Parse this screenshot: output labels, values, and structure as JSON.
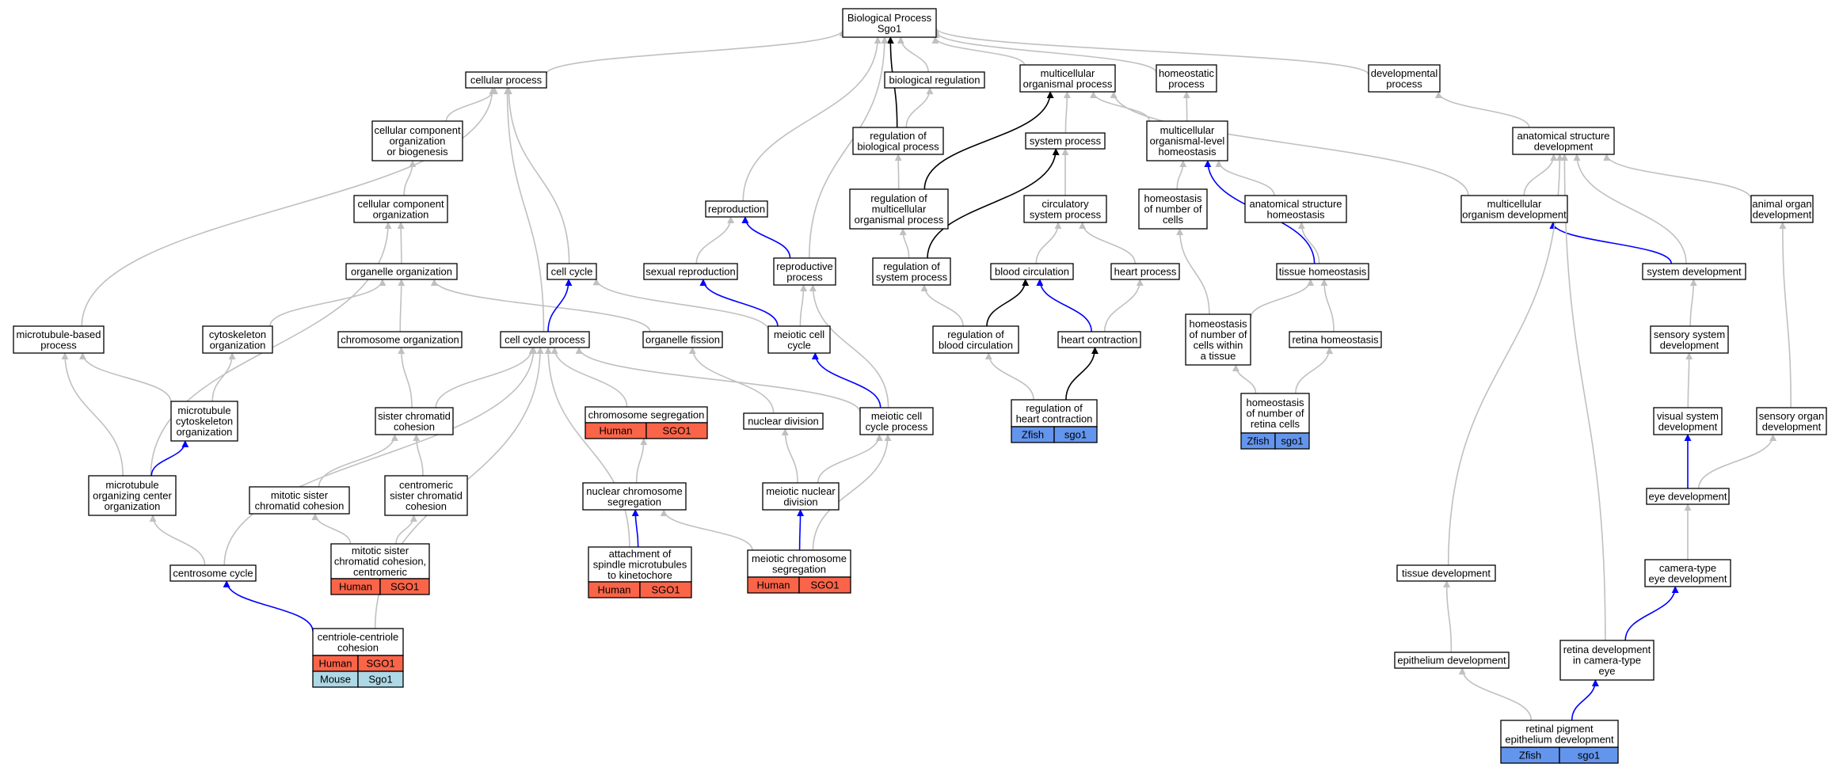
{
  "title_root": [
    "Biological Process",
    "Sgo1"
  ],
  "colors": {
    "gray": "#c0c0c0",
    "black": "#000000",
    "blue": "#0000ff",
    "human": "#fa6449",
    "zfish": "#6495ed",
    "mouse": "#add8e6"
  },
  "nodes": [
    {
      "id": "bp",
      "lines": [
        "Biological Process",
        "Sgo1"
      ]
    },
    {
      "id": "cellular_process",
      "lines": [
        "cellular process"
      ]
    },
    {
      "id": "biological_regulation",
      "lines": [
        "biological regulation"
      ]
    },
    {
      "id": "multicellular_organismal_process",
      "lines": [
        "multicellular",
        "organismal process"
      ]
    },
    {
      "id": "homeostatic_process",
      "lines": [
        "homeostatic",
        "process"
      ]
    },
    {
      "id": "developmental_process",
      "lines": [
        "developmental",
        "process"
      ]
    },
    {
      "id": "ccob",
      "lines": [
        "cellular component",
        "organization",
        "or biogenesis"
      ]
    },
    {
      "id": "reg_bio_proc",
      "lines": [
        "regulation of",
        "biological process"
      ]
    },
    {
      "id": "system_process",
      "lines": [
        "system process"
      ]
    },
    {
      "id": "mc_level_homeostasis",
      "lines": [
        "multicellular",
        "organismal-level",
        "homeostasis"
      ]
    },
    {
      "id": "anat_struct_dev",
      "lines": [
        "anatomical structure",
        "development"
      ]
    },
    {
      "id": "cc_org",
      "lines": [
        "cellular component",
        "organization"
      ]
    },
    {
      "id": "reproduction",
      "lines": [
        "reproduction"
      ]
    },
    {
      "id": "reg_mc_proc",
      "lines": [
        "regulation of",
        "multicellular",
        "organismal process"
      ]
    },
    {
      "id": "circ_sys_proc",
      "lines": [
        "circulatory",
        "system process"
      ]
    },
    {
      "id": "homeo_num_cells",
      "lines": [
        "homeostasis",
        "of number of",
        "cells"
      ]
    },
    {
      "id": "anat_struct_homeo",
      "lines": [
        "anatomical structure",
        "homeostasis"
      ]
    },
    {
      "id": "mc_org_dev",
      "lines": [
        "multicellular",
        "organism development"
      ]
    },
    {
      "id": "animal_organ_dev",
      "lines": [
        "animal organ",
        "development"
      ]
    },
    {
      "id": "organelle_org",
      "lines": [
        "organelle organization"
      ]
    },
    {
      "id": "cell_cycle",
      "lines": [
        "cell cycle"
      ]
    },
    {
      "id": "sexual_repro",
      "lines": [
        "sexual reproduction"
      ]
    },
    {
      "id": "repro_proc",
      "lines": [
        "reproductive",
        "process"
      ]
    },
    {
      "id": "reg_sys_proc",
      "lines": [
        "regulation of",
        "system process"
      ]
    },
    {
      "id": "blood_circ",
      "lines": [
        "blood circulation"
      ]
    },
    {
      "id": "heart_proc",
      "lines": [
        "heart process"
      ]
    },
    {
      "id": "tissue_homeo",
      "lines": [
        "tissue homeostasis"
      ]
    },
    {
      "id": "system_dev",
      "lines": [
        "system development"
      ]
    },
    {
      "id": "mt_based_proc",
      "lines": [
        "microtubule-based",
        "process"
      ]
    },
    {
      "id": "cytoskel_org",
      "lines": [
        "cytoskeleton",
        "organization"
      ]
    },
    {
      "id": "chrom_org",
      "lines": [
        "chromosome organization"
      ]
    },
    {
      "id": "cell_cycle_proc",
      "lines": [
        "cell cycle process"
      ]
    },
    {
      "id": "organelle_fission",
      "lines": [
        "organelle fission"
      ]
    },
    {
      "id": "meiotic_cell_cycle",
      "lines": [
        "meiotic cell",
        "cycle"
      ]
    },
    {
      "id": "reg_blood_circ",
      "lines": [
        "regulation of",
        "blood circulation"
      ]
    },
    {
      "id": "heart_contraction",
      "lines": [
        "heart contraction"
      ]
    },
    {
      "id": "homeo_cells_tissue",
      "lines": [
        "homeostasis",
        "of number of",
        "cells within",
        "a tissue"
      ]
    },
    {
      "id": "retina_homeo",
      "lines": [
        "retina homeostasis"
      ]
    },
    {
      "id": "sensory_sys_dev",
      "lines": [
        "sensory system",
        "development"
      ]
    },
    {
      "id": "mt_cytoskel_org",
      "lines": [
        "microtubule",
        "cytoskeleton",
        "organization"
      ]
    },
    {
      "id": "sister_chrom_coh",
      "lines": [
        "sister chromatid",
        "cohesion"
      ]
    },
    {
      "id": "chrom_seg",
      "lines": [
        "chromosome segregation"
      ],
      "badges": [
        [
          "Human",
          "SGO1"
        ]
      ]
    },
    {
      "id": "nuclear_div",
      "lines": [
        "nuclear division"
      ]
    },
    {
      "id": "meiotic_cc_proc",
      "lines": [
        "meiotic cell",
        "cycle process"
      ]
    },
    {
      "id": "reg_heart_contr",
      "lines": [
        "regulation of",
        "heart contraction"
      ],
      "badges": [
        [
          "Zfish",
          "sgo1"
        ]
      ]
    },
    {
      "id": "homeo_retina_cells",
      "lines": [
        "homeostasis",
        "of number of",
        "retina cells"
      ],
      "badges": [
        [
          "Zfish",
          "sgo1"
        ]
      ]
    },
    {
      "id": "visual_sys_dev",
      "lines": [
        "visual system",
        "development"
      ]
    },
    {
      "id": "sensory_organ_dev",
      "lines": [
        "sensory organ",
        "development"
      ]
    },
    {
      "id": "mtoc_org",
      "lines": [
        "microtubule",
        "organizing center",
        "organization"
      ]
    },
    {
      "id": "mitotic_sister_coh",
      "lines": [
        "mitotic sister",
        "chromatid cohesion"
      ]
    },
    {
      "id": "centromeric_coh",
      "lines": [
        "centromeric",
        "sister chromatid",
        "cohesion"
      ]
    },
    {
      "id": "nuclear_chrom_seg",
      "lines": [
        "nuclear chromosome",
        "segregation"
      ]
    },
    {
      "id": "meiotic_nuc_div",
      "lines": [
        "meiotic nuclear",
        "division"
      ]
    },
    {
      "id": "eye_dev",
      "lines": [
        "eye development"
      ]
    },
    {
      "id": "mitotic_centromeric",
      "lines": [
        "mitotic sister",
        "chromatid cohesion,",
        "centromeric"
      ],
      "badges": [
        [
          "Human",
          "SGO1"
        ]
      ]
    },
    {
      "id": "attach_spindle",
      "lines": [
        "attachment of",
        "spindle microtubules",
        "to kinetochore"
      ],
      "badges": [
        [
          "Human",
          "SGO1"
        ]
      ]
    },
    {
      "id": "meiotic_chrom_seg",
      "lines": [
        "meiotic chromosome",
        "segregation"
      ],
      "badges": [
        [
          "Human",
          "SGO1"
        ]
      ]
    },
    {
      "id": "centrosome_cycle",
      "lines": [
        "centrosome cycle"
      ]
    },
    {
      "id": "tissue_dev",
      "lines": [
        "tissue development"
      ]
    },
    {
      "id": "camera_eye_dev",
      "lines": [
        "camera-type",
        "eye development"
      ]
    },
    {
      "id": "centriole_coh",
      "lines": [
        "centriole-centriole",
        "cohesion"
      ],
      "badges": [
        [
          "Human",
          "SGO1"
        ],
        [
          "Mouse",
          "Sgo1"
        ]
      ]
    },
    {
      "id": "epith_dev",
      "lines": [
        "epithelium development"
      ]
    },
    {
      "id": "retina_dev",
      "lines": [
        "retina development",
        "in camera-type",
        "eye"
      ]
    },
    {
      "id": "rpe_dev",
      "lines": [
        "retinal pigment",
        "epithelium development"
      ],
      "badges": [
        [
          "Zfish",
          "sgo1"
        ]
      ]
    }
  ],
  "edges": [
    [
      "cellular_process",
      "bp",
      "gray"
    ],
    [
      "biological_regulation",
      "bp",
      "gray"
    ],
    [
      "multicellular_organismal_process",
      "bp",
      "gray"
    ],
    [
      "homeostatic_process",
      "bp",
      "gray"
    ],
    [
      "developmental_process",
      "bp",
      "gray"
    ],
    [
      "reg_bio_proc",
      "bp",
      "black"
    ],
    [
      "reg_bio_proc",
      "biological_regulation",
      "gray"
    ],
    [
      "reproduction",
      "bp",
      "gray"
    ],
    [
      "repro_proc",
      "bp",
      "gray"
    ],
    [
      "ccob",
      "cellular_process",
      "gray"
    ],
    [
      "cc_org",
      "ccob",
      "gray"
    ],
    [
      "organelle_org",
      "cc_org",
      "gray"
    ],
    [
      "cell_cycle",
      "cellular_process",
      "gray"
    ],
    [
      "cell_cycle_proc",
      "cellular_process",
      "gray"
    ],
    [
      "mt_based_proc",
      "cellular_process",
      "gray"
    ],
    [
      "mtoc_org",
      "cc_org",
      "gray"
    ],
    [
      "reg_mc_proc",
      "reg_bio_proc",
      "gray"
    ],
    [
      "reg_mc_proc",
      "multicellular_organismal_process",
      "black"
    ],
    [
      "system_process",
      "multicellular_organismal_process",
      "gray"
    ],
    [
      "mc_level_homeostasis",
      "multicellular_organismal_process",
      "gray"
    ],
    [
      "mc_level_homeostasis",
      "homeostatic_process",
      "gray"
    ],
    [
      "mc_org_dev",
      "multicellular_organismal_process",
      "gray"
    ],
    [
      "anat_struct_dev",
      "developmental_process",
      "gray"
    ],
    [
      "reg_sys_proc",
      "reg_mc_proc",
      "gray"
    ],
    [
      "reg_sys_proc",
      "system_process",
      "black"
    ],
    [
      "circ_sys_proc",
      "system_process",
      "gray"
    ],
    [
      "homeo_num_cells",
      "mc_level_homeostasis",
      "gray"
    ],
    [
      "anat_struct_homeo",
      "mc_level_homeostasis",
      "gray"
    ],
    [
      "tissue_homeo",
      "anat_struct_homeo",
      "gray"
    ],
    [
      "tissue_homeo",
      "mc_level_homeostasis",
      "blue"
    ],
    [
      "mc_org_dev",
      "anat_struct_dev",
      "gray"
    ],
    [
      "animal_organ_dev",
      "anat_struct_dev",
      "gray"
    ],
    [
      "system_dev",
      "anat_struct_dev",
      "gray"
    ],
    [
      "system_dev",
      "mc_org_dev",
      "blue"
    ],
    [
      "sexual_repro",
      "reproduction",
      "gray"
    ],
    [
      "repro_proc",
      "reproduction",
      "blue"
    ],
    [
      "blood_circ",
      "circ_sys_proc",
      "gray"
    ],
    [
      "heart_proc",
      "circ_sys_proc",
      "gray"
    ],
    [
      "reg_blood_circ",
      "reg_sys_proc",
      "gray"
    ],
    [
      "reg_blood_circ",
      "blood_circ",
      "black"
    ],
    [
      "heart_contraction",
      "blood_circ",
      "blue"
    ],
    [
      "heart_contraction",
      "heart_proc",
      "gray"
    ],
    [
      "reg_heart_contr",
      "reg_blood_circ",
      "gray"
    ],
    [
      "reg_heart_contr",
      "heart_contraction",
      "black"
    ],
    [
      "homeo_cells_tissue",
      "homeo_num_cells",
      "gray"
    ],
    [
      "homeo_cells_tissue",
      "tissue_homeo",
      "gray"
    ],
    [
      "retina_homeo",
      "tissue_homeo",
      "gray"
    ],
    [
      "homeo_retina_cells",
      "homeo_cells_tissue",
      "gray"
    ],
    [
      "homeo_retina_cells",
      "retina_homeo",
      "gray"
    ],
    [
      "sensory_sys_dev",
      "system_dev",
      "gray"
    ],
    [
      "visual_sys_dev",
      "sensory_sys_dev",
      "gray"
    ],
    [
      "eye_dev",
      "visual_sys_dev",
      "blue"
    ],
    [
      "eye_dev",
      "sensory_organ_dev",
      "gray"
    ],
    [
      "sensory_organ_dev",
      "animal_organ_dev",
      "gray"
    ],
    [
      "camera_eye_dev",
      "eye_dev",
      "gray"
    ],
    [
      "retina_dev",
      "camera_eye_dev",
      "blue"
    ],
    [
      "retina_dev",
      "anat_struct_dev",
      "gray"
    ],
    [
      "tissue_dev",
      "anat_struct_dev",
      "gray"
    ],
    [
      "epith_dev",
      "tissue_dev",
      "gray"
    ],
    [
      "rpe_dev",
      "epith_dev",
      "gray"
    ],
    [
      "rpe_dev",
      "retina_dev",
      "blue"
    ],
    [
      "chrom_org",
      "organelle_org",
      "gray"
    ],
    [
      "cytoskel_org",
      "organelle_org",
      "gray"
    ],
    [
      "organelle_fission",
      "organelle_org",
      "gray"
    ],
    [
      "cell_cycle_proc",
      "cell_cycle",
      "blue"
    ],
    [
      "meiotic_cell_cycle",
      "cell_cycle",
      "gray"
    ],
    [
      "meiotic_cell_cycle",
      "sexual_repro",
      "blue"
    ],
    [
      "meiotic_cell_cycle",
      "repro_proc",
      "gray"
    ],
    [
      "meiotic_cc_proc",
      "meiotic_cell_cycle",
      "blue"
    ],
    [
      "meiotic_cc_proc",
      "repro_proc",
      "gray"
    ],
    [
      "meiotic_cc_proc",
      "cell_cycle_proc",
      "gray"
    ],
    [
      "mt_cytoskel_org",
      "cytoskel_org",
      "gray"
    ],
    [
      "mt_cytoskel_org",
      "mt_based_proc",
      "gray"
    ],
    [
      "mtoc_org",
      "mt_cytoskel_org",
      "blue"
    ],
    [
      "mtoc_org",
      "mt_based_proc",
      "gray"
    ],
    [
      "sister_chrom_coh",
      "chrom_org",
      "gray"
    ],
    [
      "sister_chrom_coh",
      "cell_cycle_proc",
      "gray"
    ],
    [
      "chrom_seg",
      "cell_cycle_proc",
      "gray"
    ],
    [
      "nuclear_div",
      "organelle_fission",
      "gray"
    ],
    [
      "mitotic_sister_coh",
      "sister_chrom_coh",
      "gray"
    ],
    [
      "centromeric_coh",
      "sister_chrom_coh",
      "gray"
    ],
    [
      "mitotic_centromeric",
      "mitotic_sister_coh",
      "gray"
    ],
    [
      "mitotic_centromeric",
      "centromeric_coh",
      "gray"
    ],
    [
      "nuclear_chrom_seg",
      "chrom_seg",
      "gray"
    ],
    [
      "attach_spindle",
      "nuclear_chrom_seg",
      "blue"
    ],
    [
      "attach_spindle",
      "cell_cycle_proc",
      "gray"
    ],
    [
      "meiotic_nuc_div",
      "nuclear_div",
      "gray"
    ],
    [
      "meiotic_nuc_div",
      "meiotic_cc_proc",
      "gray"
    ],
    [
      "meiotic_chrom_seg",
      "meiotic_nuc_div",
      "blue"
    ],
    [
      "meiotic_chrom_seg",
      "nuclear_chrom_seg",
      "gray"
    ],
    [
      "meiotic_chrom_seg",
      "meiotic_cc_proc",
      "gray"
    ],
    [
      "centrosome_cycle",
      "mtoc_org",
      "gray"
    ],
    [
      "centrosome_cycle",
      "cell_cycle_proc",
      "gray"
    ],
    [
      "centriole_coh",
      "centrosome_cycle",
      "blue"
    ],
    [
      "centriole_coh",
      "cell_cycle_proc",
      "gray"
    ]
  ]
}
